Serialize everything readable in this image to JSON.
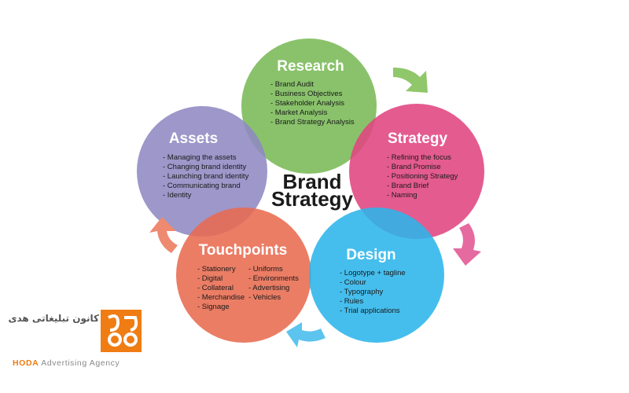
{
  "center": {
    "line1": "Brand",
    "line2": "Strategy"
  },
  "segments": [
    {
      "key": "research",
      "title": "Research",
      "color": "#79b957",
      "items": [
        "- Brand Audit",
        "- Business Objectives",
        "- Stakeholder Analysis",
        "- Market Analysis",
        "- Brand Strategy Analysis"
      ]
    },
    {
      "key": "strategy",
      "title": "Strategy",
      "color": "#e0447f",
      "items": [
        "- Refining the focus",
        "- Brand Promise",
        "- Positioning Strategy",
        "- Brand Brief",
        "- Naming"
      ]
    },
    {
      "key": "design",
      "title": "Design",
      "color": "#2bb5ea",
      "items": [
        "- Logotype + tagline",
        "- Colour",
        "- Typography",
        "- Rules",
        "- Trial applications"
      ]
    },
    {
      "key": "touchpoints",
      "title": "Touchpoints",
      "color": "#e86b50",
      "items_left": [
        "- Stationery",
        "- Digital",
        "- Collateral",
        "- Merchandise",
        "- Signage"
      ],
      "items_right": [
        "- Uniforms",
        "- Environments",
        "- Advertising",
        "- Vehicles"
      ]
    },
    {
      "key": "assets",
      "title": "Assets",
      "color": "#8f89c3",
      "items": [
        "- Managing the assets",
        "- Changing brand identity",
        "- Launching brand identity",
        "- Communicating brand",
        "- Identity"
      ]
    }
  ],
  "arrows": [
    {
      "name": "arrow-research-to-strategy-icon",
      "color": "#8fc76a"
    },
    {
      "name": "arrow-strategy-to-design-icon",
      "color": "#e56aa0"
    },
    {
      "name": "arrow-design-to-touchpoints-icon",
      "color": "#5cc4ee"
    },
    {
      "name": "arrow-touchpoints-to-assets-icon",
      "color": "#ee8a70"
    }
  ],
  "logo": {
    "persian_text": "کانون تبلیغاتی هدی",
    "caption_brand": "HODA",
    "caption_rest": " Advertising Agency",
    "mark_color": "#f07c14"
  }
}
